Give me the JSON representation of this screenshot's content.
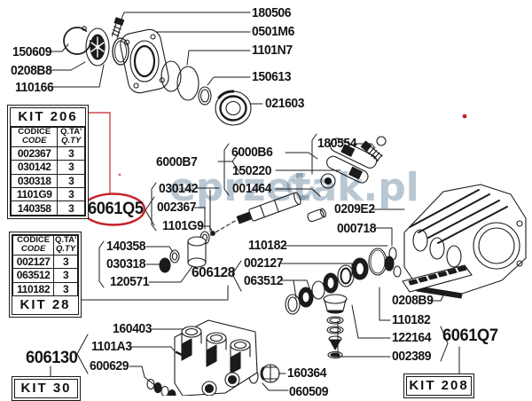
{
  "watermark": "eprzetak.pl",
  "colors": {
    "line": "#1b1b1b",
    "accent_red": "#c5232b",
    "watermark": "#b9c7d3"
  },
  "kits": {
    "kit206": {
      "title": "KIT 206",
      "col_code_1": "CODICE",
      "col_code_2": "CODE",
      "col_qty_1": "Q.TA'",
      "col_qty_2": "Q.TY",
      "rows": [
        {
          "code": "002367",
          "qty": "3"
        },
        {
          "code": "030142",
          "qty": "3"
        },
        {
          "code": "030318",
          "qty": "3"
        },
        {
          "code": "1101G9",
          "qty": "3"
        },
        {
          "code": "140358",
          "qty": "3"
        }
      ]
    },
    "kit28": {
      "title": "KIT 28",
      "col_code_1": "CODICE",
      "col_code_2": "CODE",
      "col_qty_1": "Q.TA'",
      "col_qty_2": "Q.TY",
      "rows": [
        {
          "code": "002127",
          "qty": "3"
        },
        {
          "code": "063512",
          "qty": "3"
        },
        {
          "code": "110182",
          "qty": "3"
        }
      ]
    },
    "kit30": {
      "title": "KIT 30"
    },
    "kit208": {
      "title": "KIT 208"
    }
  },
  "callouts": [
    {
      "text": "150609"
    },
    {
      "text": "0208B8"
    },
    {
      "text": "110166"
    },
    {
      "text": "180506"
    },
    {
      "text": "0501M6"
    },
    {
      "text": "1101N7"
    },
    {
      "text": "150613"
    },
    {
      "text": "021603"
    },
    {
      "text": "6000B7"
    },
    {
      "text": "6000B6"
    },
    {
      "text": "150220"
    },
    {
      "text": "001464"
    },
    {
      "text": "030142"
    },
    {
      "text": "002367"
    },
    {
      "text": "1101G9"
    },
    {
      "text": "140358"
    },
    {
      "text": "030318"
    },
    {
      "text": "120571"
    },
    {
      "text": "606128"
    },
    {
      "text": "180554"
    },
    {
      "text": "0209E2"
    },
    {
      "text": "000718"
    },
    {
      "text": "110182"
    },
    {
      "text": "002127"
    },
    {
      "text": "063512"
    },
    {
      "text": "0208B9"
    },
    {
      "text": "110182"
    },
    {
      "text": "122164"
    },
    {
      "text": "002389"
    },
    {
      "text": "6061Q7"
    },
    {
      "text": "160403"
    },
    {
      "text": "1101A3"
    },
    {
      "text": "600629"
    },
    {
      "text": "160364"
    },
    {
      "text": "060509"
    },
    {
      "text": "6061Q5"
    },
    {
      "text": "606130"
    }
  ]
}
